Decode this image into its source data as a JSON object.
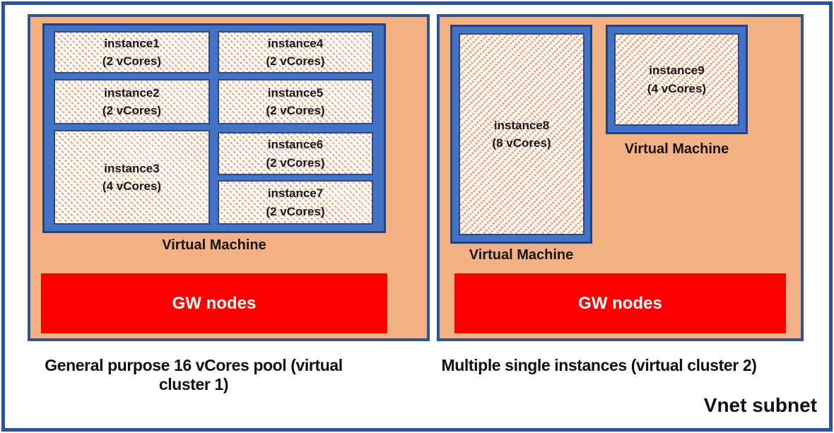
{
  "diagram": {
    "subnet_label": "Vnet subnet",
    "colors": {
      "frame_border": "#2E5395",
      "cluster_fill": "#F4B183",
      "cluster_border": "#2E5395",
      "vm_fill": "#4472C4",
      "vm_border": "#24427C",
      "instance_border": "#2A4A8A",
      "instance_hatch": "#ECA47A",
      "gw_fill": "#FF0000",
      "gw_text": "#FFFFFF",
      "text": "#1A1A1A"
    },
    "clusters": [
      {
        "caption": "General purpose 16 vCores pool (virtual cluster 1)",
        "gw_label": "GW nodes",
        "vm": {
          "label": "Virtual Machine",
          "instances": [
            {
              "name": "instance1",
              "cores": "(2 vCores)"
            },
            {
              "name": "instance2",
              "cores": "(2 vCores)"
            },
            {
              "name": "instance3",
              "cores": "(4 vCores)"
            },
            {
              "name": "instance4",
              "cores": "(2 vCores)"
            },
            {
              "name": "instance5",
              "cores": "(2 vCores)"
            },
            {
              "name": "instance6",
              "cores": "(2 vCores)"
            },
            {
              "name": "instance7",
              "cores": "(2 vCores)"
            }
          ]
        }
      },
      {
        "caption": "Multiple single instances (virtual cluster 2)",
        "gw_label": "GW nodes",
        "vms": [
          {
            "label": "Virtual Machine",
            "instance": {
              "name": "instance8",
              "cores": "(8 vCores)"
            }
          },
          {
            "label": "Virtual Machine",
            "instance": {
              "name": "instance9",
              "cores": "(4 vCores)"
            }
          }
        ]
      }
    ]
  }
}
